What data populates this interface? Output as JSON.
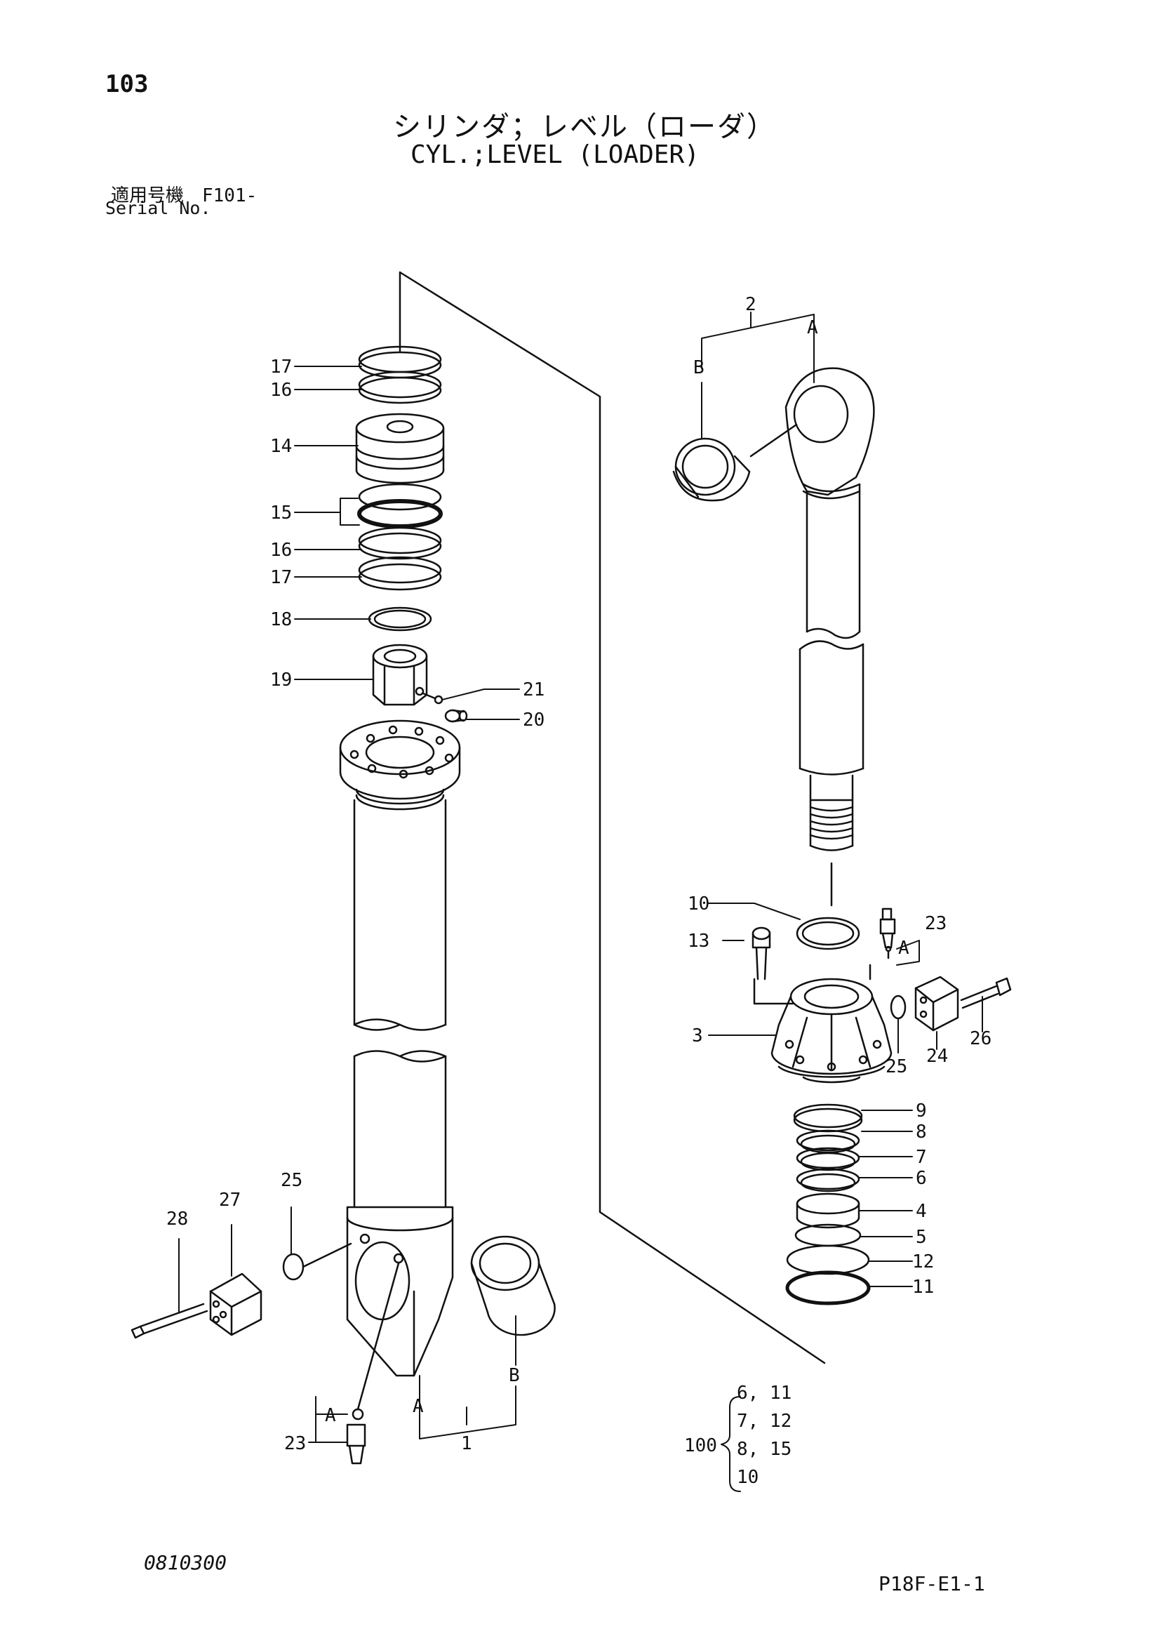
{
  "page_number": "103",
  "title_ja": "シリンダ；レベル（ローダ）",
  "title_en": "CYL.;LEVEL (LOADER)",
  "serial_ja": "適用号機　F101-",
  "serial_en": "Serial No.",
  "doc_code": "0810300",
  "page_code": "P18F-E1-1",
  "callouts": {
    "c1": "1",
    "c2": "2",
    "c3": "3",
    "c4": "4",
    "c5": "5",
    "c6": "6",
    "c7": "7",
    "c8": "8",
    "c9": "9",
    "c10": "10",
    "c11": "11",
    "c12": "12",
    "c13": "13",
    "c14": "14",
    "c15": "15",
    "c16a": "16",
    "c16b": "16",
    "c17a": "17",
    "c17b": "17",
    "c18": "18",
    "c19": "19",
    "c20": "20",
    "c21": "21",
    "c23a": "23",
    "c23b": "23",
    "c24": "24",
    "c25a": "25",
    "c25b": "25",
    "c26": "26",
    "c27": "27",
    "c28": "28"
  },
  "ref_letters": {
    "a_top": "A",
    "b_top": "B",
    "a_bottom": "A",
    "b_bottom": "B",
    "a_grease_left": "A",
    "a_grease_right": "A"
  },
  "kit": {
    "number": "100",
    "rows": [
      "6, 11",
      "7, 12",
      "8, 15",
      "10"
    ]
  }
}
